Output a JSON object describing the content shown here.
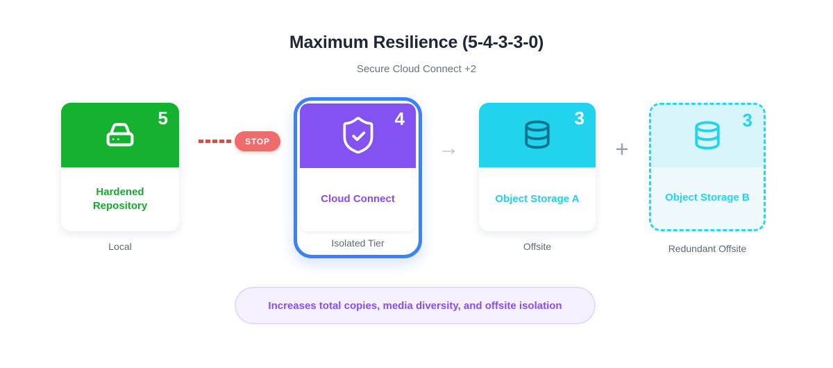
{
  "header": {
    "title": "Maximum Resilience (5-4-3-3-0)",
    "subtitle": "Secure Cloud Connect +2"
  },
  "cards": [
    {
      "name": "Hardened Repository",
      "count": "5",
      "tier_label": "Local",
      "icon": "hard-drive-icon",
      "header_color": "#14b22e",
      "title_color": "#17a830"
    },
    {
      "name": "Cloud Connect",
      "count": "4",
      "tier_label": "Isolated Tier",
      "icon": "shield-check-icon",
      "header_color": "#8552f2",
      "title_color": "#8a4cf0",
      "highlight_border_color": "#3b82f6"
    },
    {
      "name": "Object Storage A",
      "count": "3",
      "tier_label": "Offsite",
      "icon": "database-icon",
      "header_color": "#22d3ee",
      "title_color": "#22cdee"
    },
    {
      "name": "Object Storage B",
      "count": "3",
      "tier_label": "Redundant Offsite",
      "icon": "database-icon",
      "header_color": "#d9f5fc",
      "title_color": "#25d2f0",
      "dashed_border_color": "#2bd5f0"
    }
  ],
  "connectors": {
    "stop_label": "STOP",
    "stop_badge_color": "#f06c6c",
    "dash_color": "#e8463f",
    "arrow_glyph": "→",
    "plus_glyph": "+"
  },
  "footer": {
    "note": "Increases total copies, media diversity, and offsite isolation",
    "note_text_color": "#8a4df2",
    "note_bg_color": "#f5f1fe"
  }
}
